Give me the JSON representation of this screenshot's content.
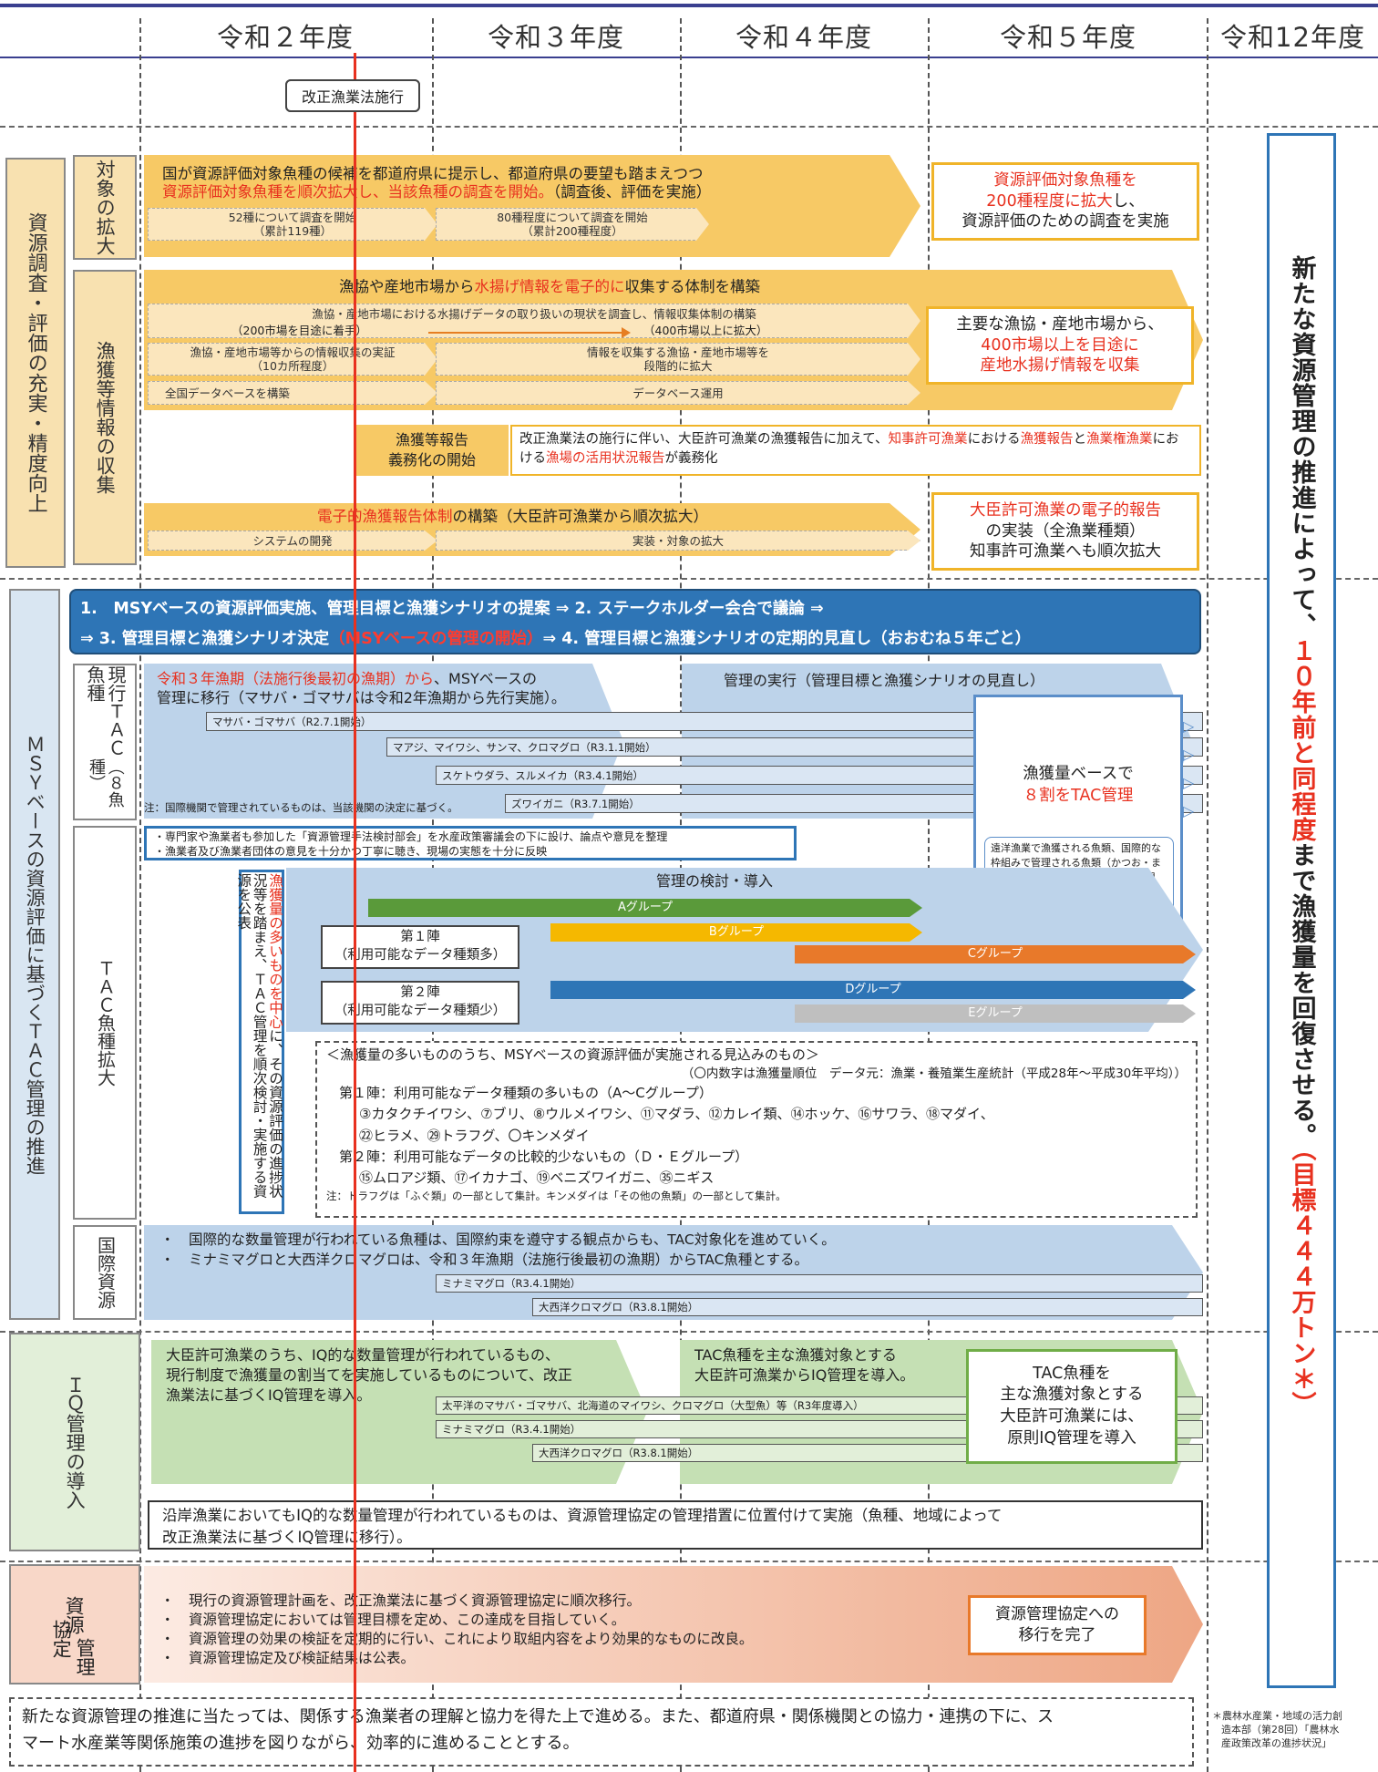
{
  "years": [
    "令和２年度",
    "令和３年度",
    "令和４年度",
    "令和５年度",
    "令和12年度"
  ],
  "milestone": "改正漁業法施行",
  "sections": {
    "s1": "資源調査・評価の充実・精度向上",
    "s2": "ＭＳＹベースの資源評価に基づくＴＡＣ管理の推進",
    "s3": "ＩＱ管理の導入",
    "s4a": "資源",
    "s4b": "管理",
    "s4c": "協定"
  },
  "sub": {
    "taisho": "対象の拡大",
    "gyokaku": "漁獲等情報の収集",
    "genko": "現行ＴＡＣ魚種",
    "genko_note": "（８魚種）",
    "kakudai": "ＴＡＣ魚種拡大",
    "kokusai": "国際資源"
  },
  "r1": {
    "l1": "国が資源評価対象魚種の候補を都道府県に提示し、都道府県の要望も踏まえつつ",
    "l2a": "資源評価対象魚種を順次拡大し、当該魚種の調査を開始。",
    "l2b": "（調査後、評価を実施）",
    "p1a": "52種について調査を開始",
    "p1b": "（累計119種）",
    "p2a": "80種程度について調査を開始",
    "p2b": "（累計200種程度）",
    "g1": "資源評価対象魚種を",
    "g2": "200種程度に拡大",
    "g3": "し、",
    "g4": "資源評価のための調査を実施"
  },
  "r2": {
    "t1": "漁協や産地市場から",
    "t2": "水揚げ情報を電子的に",
    "t3": "収集する体制を構築",
    "b1": "漁協・産地市場における水揚げデータの取り扱いの現状を調査し、情報収集体制の構築",
    "b1l": "（200市場を目途に着手）",
    "b1r": "（400市場以上に拡大）",
    "b2": "漁協・産地市場等からの情報収集の実証",
    "b2b": "（10カ所程度）",
    "b3a": "情報を収集する漁協・産地市場等を",
    "b3b": "段階的に拡大",
    "b4": "全国データベースを構築",
    "b5": "データベース運用",
    "g1": "主要な漁協・産地市場から、",
    "g2": "400市場以上を目途に",
    "g3": "産地水揚げ情報を収集"
  },
  "r3": {
    "h1": "漁獲等報告",
    "h2": "義務化の開始",
    "a": "改正漁業法の施行に伴い、大臣許可漁業の漁獲報告に加えて、",
    "b": "知事許可漁業",
    "c": "における",
    "d": "漁獲報告",
    "e": "と",
    "f": "漁業権漁業",
    "g": "における",
    "h": "漁場の活用状況報告",
    "i": "が義務化"
  },
  "r4": {
    "t1": "電子的漁獲報告体制",
    "t2": "の構築（大臣許可漁業から順次拡大）",
    "s1": "システムの開発",
    "s2": "実装・対象の拡大",
    "g1": "大臣許可漁業の電子的報告",
    "g2": "の実装（全漁業種類）",
    "g3": "知事許可漁業へも順次拡大"
  },
  "msy": {
    "l1": "1.　MSYベースの資源評価実施、管理目標と漁獲シナリオの提案 ⇒ 2. ステークホルダー会合で議論 ⇒",
    "l2a": "⇒ 3. 管理目標と漁獲シナリオ決定",
    "l2b": "（MSYベースの管理の開始）",
    "l2c": "⇒ 4. 管理目標と漁獲シナリオの定期的見直し（おおむね５年ごと）"
  },
  "tac": {
    "t1a": "令和３年漁期（法施行後最初の漁期）から",
    "t1b": "、MSYベースの",
    "t1c": "管理に移行（マサバ・ゴマサバは令和2年漁期から先行実施）。",
    "t2": "管理の実行（管理目標と漁獲シナリオの見直し）",
    "f1": "マサバ・ゴマサバ（R2.7.1開始）",
    "f2": "マアジ、マイワシ、サンマ、クロマグロ（R3.1.1開始）",
    "f3": "スケトウダラ、スルメイカ（R3.4.1開始）",
    "f4": "ズワイガニ（R3.7.1開始）",
    "note": "注：国際機関で管理されているものは、当該機関の決定に基づく。",
    "g1": "漁獲量ベースで",
    "g2": "８割をTAC管理",
    "small": "遠洋漁業で漁獲される魚類、国際的な枠組みで管理される魚類（かつお・まぐろ・かじき類）、さけ・ます類、貝類、藻類、うに類、海産ほ乳類は除く。"
  },
  "exp": {
    "b1": "・専門家や漁業者も参加した「資源管理手法検討部会」を水産政策審議会の下に設け、論点や意見を整理",
    "b2": "・漁業者及び漁業者団体の意見を十分かつ丁寧に聴き、現場の実態を十分に反映",
    "v1": "漁獲量の多いものを中心",
    "v2": "に、その資源評価の進捗状況等を踏まえ、ＴＡＣ管理を順次検討・実施する資源を公表",
    "kentou": "管理の検討・導入",
    "ga": "Aグループ",
    "gb": "Bグループ",
    "gc": "Cグループ",
    "gd": "Dグループ",
    "ge": "Eグループ",
    "d1a": "第１陣",
    "d1b": "（利用可能なデータ種類多）",
    "d2a": "第２陣",
    "d2b": "（利用可能なデータ種類少）",
    "q0": "＜漁獲量の多いもののうち、MSYベースの資源評価が実施される見込みのもの＞",
    "q1": "（〇内数字は漁獲量順位　データ元：漁業・養殖業生産統計（平成28年～平成30年平均））",
    "q2": "第１陣：利用可能なデータ種類の多いもの（A～Cグループ）",
    "q3": "③カタクチイワシ、⑦ブリ、⑧ウルメイワシ、⑪マダラ、⑫カレイ類、⑭ホッケ、⑯サワラ、⑱マダイ、",
    "q4": "㉒ヒラメ、㉙トラフグ、〇キンメダイ",
    "q5": "第２陣：利用可能なデータの比較的少ないもの（Ｄ・Ｅグループ）",
    "q6": "⑮ムロアジ類、⑰イカナゴ、⑲ベニズワイガニ、㉟ニギス",
    "q7": "注：トラフグは「ふぐ類」の一部として集計。キンメダイは「その他の魚類」の一部として集計。"
  },
  "intl": {
    "b1": "・　国際的な数量管理が行われている魚種は、国際約束を遵守する観点からも、TAC対象化を進めていく。",
    "b2": "・　ミナミマグロと大西洋クロマグロは、令和３年漁期（法施行後最初の漁期）からTAC魚種とする。",
    "p1": "ミナミマグロ（R3.4.1開始）",
    "p2": "大西洋クロマグロ（R3.8.1開始）"
  },
  "iq": {
    "t1": "大臣許可漁業のうち、IQ的な数量管理が行われているもの、",
    "t2": "現行制度で漁獲量の割当てを実施しているものについて、改正",
    "t3": "漁業法に基づくIQ管理を導入。",
    "t4": "TAC魚種を主な漁獲対象とする",
    "t5": "大臣許可漁業からIQ管理を導入。",
    "p1": "太平洋のマサバ・ゴマサバ、北海道のマイワシ、クロマグロ（大型魚）等（R3年度導入）",
    "p2": "ミナミマグロ（R3.4.1開始）",
    "p3": "大西洋クロマグロ（R3.8.1開始）",
    "g1": "TAC魚種を",
    "g2": "主な漁獲対象とする",
    "g3": "大臣許可漁業には、",
    "g4": "原則IQ管理を導入",
    "c1": "沿岸漁業においてもIQ的な数量管理が行われているものは、資源管理協定の管理措置に位置付けて実施（魚種、地域によって",
    "c2": "改正漁業法に基づくIQ管理に移行）。"
  },
  "kyotei": {
    "b1": "・　現行の資源管理計画を、改正漁業法に基づく資源管理協定に順次移行。",
    "b2": "・　資源管理協定においては管理目標を定め、この達成を目指していく。",
    "b3": "・　資源管理の効果の検証を定期的に行い、これにより取組内容をより効果的なものに改良。",
    "b4": "・　資源管理協定及び検証結果は公表。",
    "g1": "資源管理協定への",
    "g2": "移行を完了"
  },
  "bottom": {
    "l1": "新たな資源管理の推進に当たっては、関係する漁業者の理解と協力を得た上で進める。また、都道府県・関係機関との協力・連携の下に、ス",
    "l2": "マート水産業等関係施策の進捗を図りながら、効率的に進めることとする。"
  },
  "right": {
    "a": "新たな資源管理の推進によって、",
    "b": "１０年前と同程度",
    "c": "まで漁獲量を回復させる。",
    "d": "（目標４４４万トン＊）"
  },
  "footnote": {
    "l1": "＊農林水産業・地域の活力創",
    "l2": "造本部（第28回）「農林水",
    "l3": "産政策改革の進捗状況」"
  }
}
